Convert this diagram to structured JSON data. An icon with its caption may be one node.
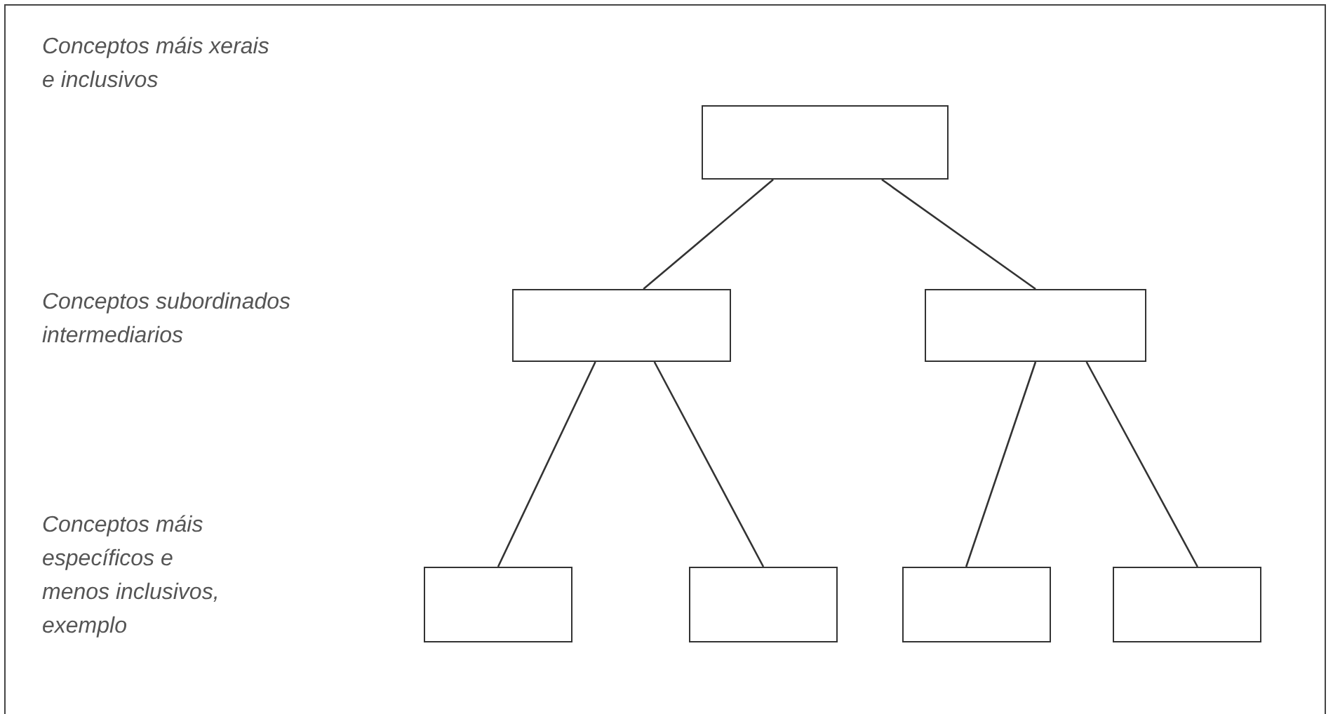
{
  "diagram": {
    "nodes": [
      {
        "text": [],
        "shape": "box"
      },
      {
        "text": [],
        "shape": "box"
      },
      {
        "text": [],
        "shape": "box"
      },
      {
        "text": [],
        "shape": "box"
      },
      {
        "text": [],
        "shape": "box"
      },
      {
        "text": [],
        "shape": "box"
      },
      {
        "text": [],
        "shape": "box"
      }
    ],
    "edges": [
      {
        "from": 0,
        "to": 1,
        "arrow": "none"
      },
      {
        "from": 0,
        "to": 2,
        "arrow": "none"
      },
      {
        "from": 1,
        "to": 3,
        "arrow": "none"
      },
      {
        "from": 1,
        "to": 4,
        "arrow": "none"
      },
      {
        "from": 2,
        "to": 5,
        "arrow": "none"
      },
      {
        "from": 2,
        "to": 6,
        "arrow": "none"
      }
    ],
    "labels": [
      "Conceptos máis xerais e inclusivos",
      "Conceptos subordinados intermediarios",
      "Conceptos máis específicos e menos inclusivos, exemplo"
    ]
  }
}
